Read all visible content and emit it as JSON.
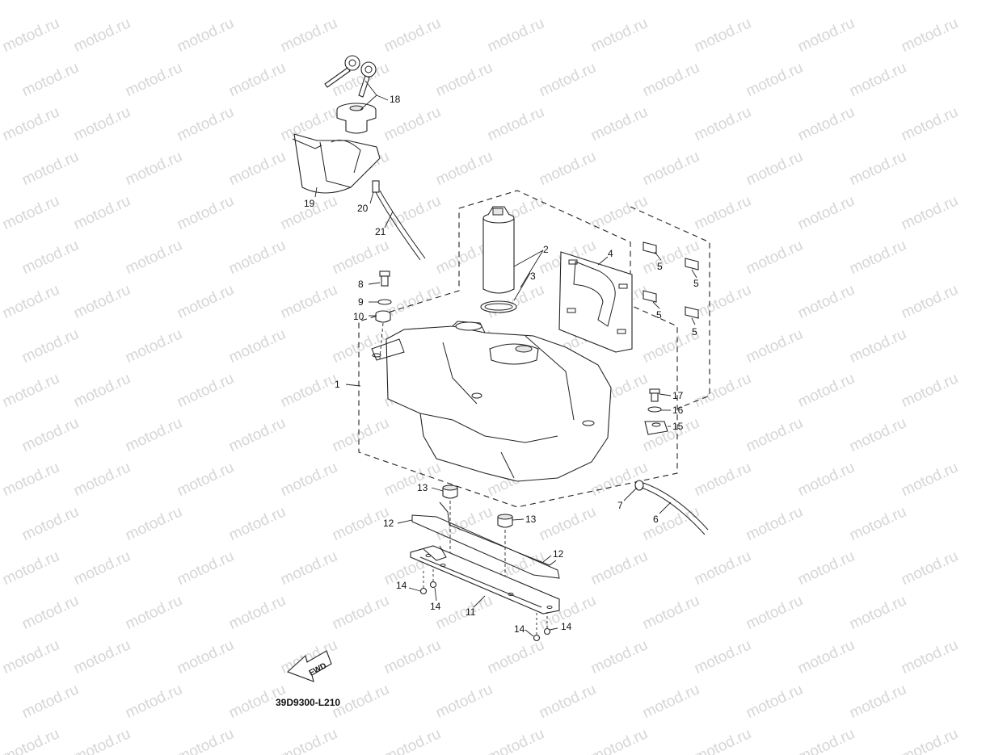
{
  "watermark": {
    "text": "motod.ru"
  },
  "diagram_code": "39D9300-L210",
  "fwd_label": "FWD",
  "callouts": {
    "c1": "1",
    "c2": "2",
    "c3": "3",
    "c4": "4",
    "c5a": "5",
    "c5b": "5",
    "c5c": "5",
    "c5d": "5",
    "c6": "6",
    "c7": "7",
    "c8": "8",
    "c9": "9",
    "c10": "10",
    "c11": "11",
    "c12a": "12",
    "c12b": "12",
    "c13a": "13",
    "c13b": "13",
    "c14a": "14",
    "c14b": "14",
    "c14c": "14",
    "c14d": "14",
    "c15": "15",
    "c16": "16",
    "c17": "17",
    "c18": "18",
    "c19": "19",
    "c20": "20",
    "c21": "21"
  }
}
